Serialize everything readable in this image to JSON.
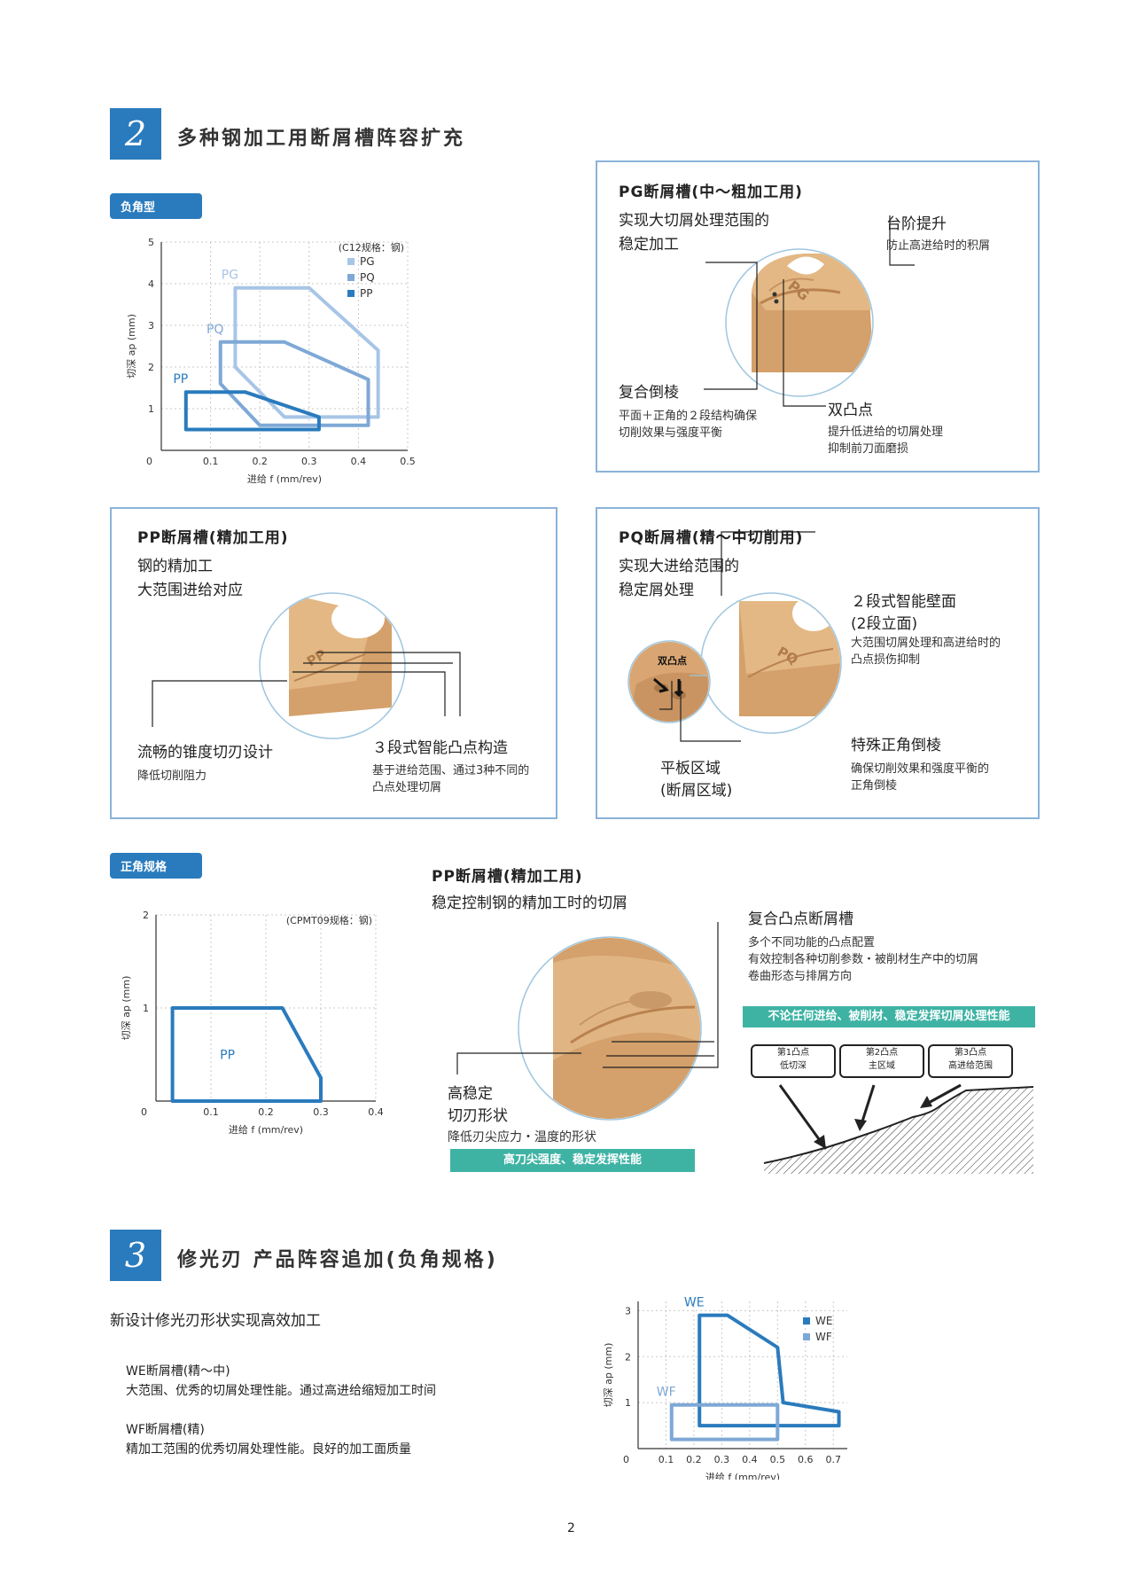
{
  "section2": {
    "number": "2",
    "title": "多种钢加工用断屑槽阵容扩充",
    "negative": {
      "tag": "负角型",
      "chart_data": {
        "type": "area",
        "note": "(C12规格：钢)",
        "xlabel": "进给 f (mm/rev)",
        "ylabel": "切深 ap (mm)",
        "xlim": [
          0,
          0.5
        ],
        "ylim": [
          0,
          5
        ],
        "xticks": [
          "0.1",
          "0.2",
          "0.3",
          "0.4",
          "0.5"
        ],
        "yticks": [
          "1",
          "2",
          "3",
          "4",
          "5"
        ],
        "origin": "0",
        "legend_position": "top-right",
        "series": [
          {
            "name": "PG",
            "color": "#a7c5e6",
            "points": [
              [
                0.15,
                3.9
              ],
              [
                0.3,
                3.9
              ],
              [
                0.44,
                2.4
              ],
              [
                0.44,
                0.8
              ],
              [
                0.25,
                0.8
              ],
              [
                0.15,
                2.0
              ]
            ]
          },
          {
            "name": "PQ",
            "color": "#7ea8d6",
            "points": [
              [
                0.12,
                2.6
              ],
              [
                0.25,
                2.6
              ],
              [
                0.42,
                1.7
              ],
              [
                0.42,
                0.6
              ],
              [
                0.2,
                0.6
              ],
              [
                0.12,
                1.6
              ]
            ]
          },
          {
            "name": "PP",
            "color": "#2a7bbd",
            "points": [
              [
                0.05,
                1.4
              ],
              [
                0.17,
                1.4
              ],
              [
                0.32,
                0.8
              ],
              [
                0.32,
                0.5
              ],
              [
                0.05,
                0.5
              ]
            ]
          }
        ]
      }
    },
    "pg": {
      "title": "PG断屑槽(中～粗加工用)",
      "heading": [
        "实现大切屑处理范围的",
        "稳定加工"
      ],
      "step_title": "台阶提升",
      "step_desc": "防止高进给时的积屑",
      "chamfer_title": "复合倒棱",
      "chamfer_desc": [
        "平面＋正角的２段结构确保",
        "切削效果与强度平衡"
      ],
      "bump_title": "双凸点",
      "bump_desc": [
        "提升低进给的切屑处理",
        "抑制前刀面磨损"
      ],
      "mark": "PG"
    },
    "pp": {
      "title": "PP断屑槽(精加工用)",
      "heading": [
        "钢的精加工",
        "大范围进给对应"
      ],
      "edge_title": "流畅的锥度切刃设计",
      "edge_desc": "降低切削阻力",
      "bump_title": "３段式智能凸点构造",
      "bump_desc": [
        "基于进给范围、通过3种不同的",
        "凸点处理切屑"
      ],
      "mark": "PP"
    },
    "pq": {
      "title": "PQ断屑槽(精～中切削用)",
      "heading": [
        "实现大进给范围的",
        "稳定屑处理"
      ],
      "wall_title": [
        "２段式智能壁面",
        "(2段立面)"
      ],
      "wall_desc": [
        "大范围切屑处理和高进给时的",
        "凸点损伤抑制"
      ],
      "flat_title": [
        "平板区域",
        "(断屑区域)"
      ],
      "chamfer_title": "特殊正角倒棱",
      "chamfer_desc": [
        "确保切削效果和强度平衡的",
        "正角倒棱"
      ],
      "inset_label": "双凸点",
      "mark": "PQ"
    },
    "positive": {
      "tag": "正角规格",
      "chart_data": {
        "type": "area",
        "note": "(CPMT09规格：钢)",
        "xlabel": "进给 f (mm/rev)",
        "ylabel": "切深 ap (mm)",
        "xlim": [
          0,
          0.4
        ],
        "ylim": [
          0,
          2
        ],
        "xticks": [
          "0.1",
          "0.2",
          "0.3",
          "0.4"
        ],
        "yticks": [
          "1",
          "2"
        ],
        "origin": "0",
        "series": [
          {
            "name": "PP",
            "color": "#2a7bbd",
            "points": [
              [
                0.03,
                1.0
              ],
              [
                0.23,
                1.0
              ],
              [
                0.3,
                0.25
              ],
              [
                0.3,
                0.0
              ],
              [
                0.03,
                0.0
              ]
            ]
          }
        ]
      }
    },
    "pp_pos": {
      "title": "PP断屑槽(精加工用)",
      "heading": "稳定控制钢的精加工时的切屑",
      "compound_title": "复合凸点断屑槽",
      "compound_desc": [
        "多个不同功能的凸点配置",
        "有效控制各种切削参数・被削材生产中的切屑",
        "卷曲形态与排屑方向"
      ],
      "teal_right": "不论任何进给、被削材、稳定发挥切屑处理性能",
      "edge_title": [
        "高稳定",
        "切刃形状"
      ],
      "edge_desc": "降低刃尖应力・温度的形状",
      "teal_left": "高刀尖强度、稳定发挥性能",
      "stages": [
        {
          "line1": "第1凸点",
          "line2": "低切深"
        },
        {
          "line1": "第2凸点",
          "line2": "主区域"
        },
        {
          "line1": "第3凸点",
          "line2": "高进给范围"
        }
      ]
    }
  },
  "section3": {
    "number": "3",
    "title": "修光刃 产品阵容追加(负角规格)",
    "subtitle": "新设计修光刃形状实现高效加工",
    "items": [
      {
        "name": "WE断屑槽(精～中)",
        "desc": "大范围、优秀的切屑处理性能。通过高进给缩短加工时间"
      },
      {
        "name": "WF断屑槽(精)",
        "desc": "精加工范围的优秀切屑处理性能。良好的加工面质量"
      }
    ],
    "chart_data": {
      "type": "area",
      "xlabel": "进给 f (mm/rev)",
      "ylabel": "切深 ap (mm)",
      "xlim": [
        0,
        0.75
      ],
      "ylim": [
        0,
        3.2
      ],
      "xticks": [
        "0.1",
        "0.2",
        "0.3",
        "0.4",
        "0.5",
        "0.6",
        "0.7"
      ],
      "yticks": [
        "1",
        "2",
        "3"
      ],
      "origin": "0",
      "legend_position": "top-right",
      "series": [
        {
          "name": "WE",
          "color": "#2a7bbd",
          "points": [
            [
              0.22,
              2.9
            ],
            [
              0.32,
              2.9
            ],
            [
              0.5,
              2.2
            ],
            [
              0.52,
              1.0
            ],
            [
              0.72,
              0.8
            ],
            [
              0.72,
              0.5
            ],
            [
              0.22,
              0.5
            ]
          ]
        },
        {
          "name": "WF",
          "color": "#7ea8d6",
          "points": [
            [
              0.12,
              0.95
            ],
            [
              0.5,
              0.95
            ],
            [
              0.5,
              0.2
            ],
            [
              0.12,
              0.2
            ]
          ]
        }
      ]
    }
  },
  "page_number": "2"
}
